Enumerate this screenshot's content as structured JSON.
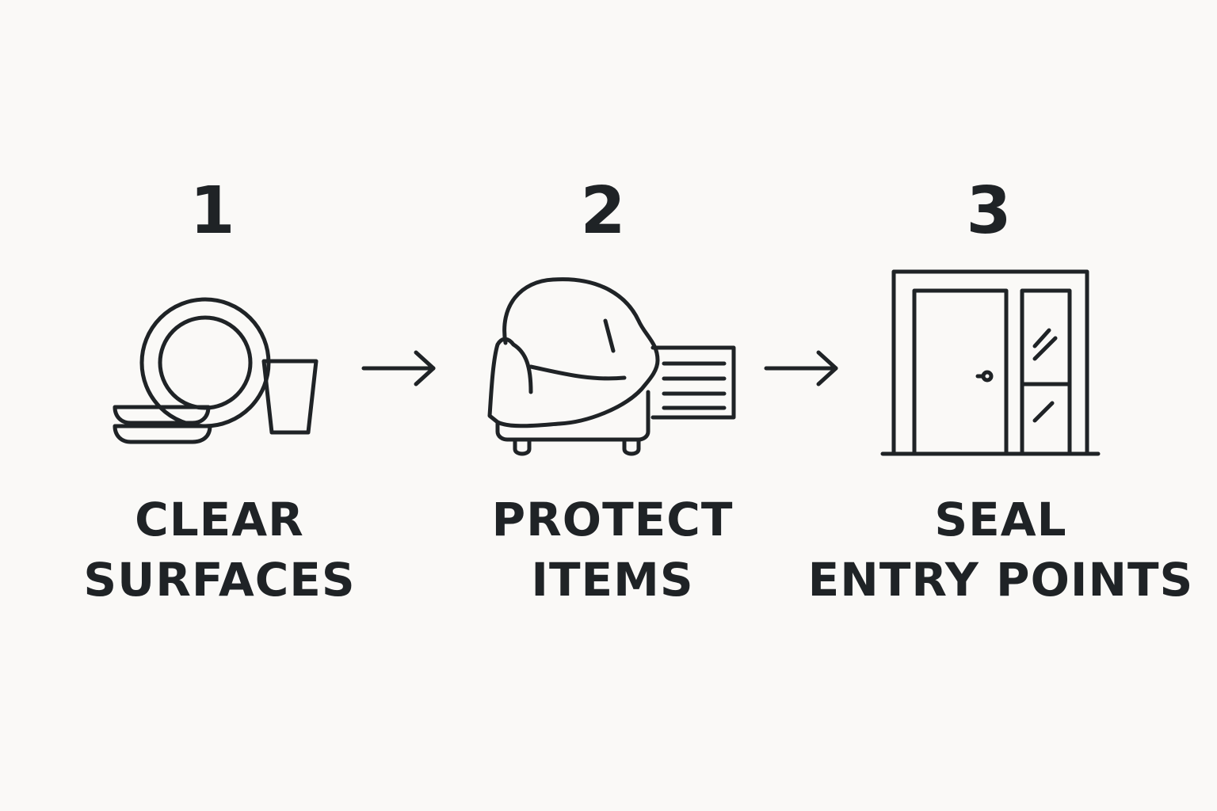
{
  "steps": [
    {
      "number": "1",
      "label_line1": "CLEAR",
      "label_line2": "SURFACES",
      "icon": "dishes-icon"
    },
    {
      "number": "2",
      "label_line1": "PROTECT",
      "label_line2": "ITEMS",
      "icon": "covered-furniture-icon"
    },
    {
      "number": "3",
      "label_line1": "SEAL",
      "label_line2": "ENTRY POINTS",
      "icon": "door-icon"
    }
  ],
  "connectors": [
    "arrow-right-icon",
    "arrow-right-icon"
  ],
  "colors": {
    "background": "#faf9f7",
    "ink": "#1f2326"
  }
}
